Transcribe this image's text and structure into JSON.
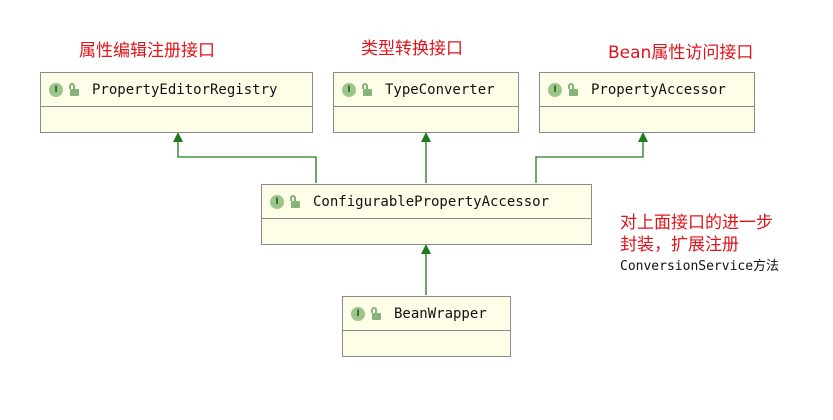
{
  "diagram": {
    "annotations": {
      "editor_registry": "属性编辑注册接口",
      "type_converter": "类型转换接口",
      "property_accessor": "Bean属性访问接口",
      "configurable_line1": "对上面接口的进一步",
      "configurable_line2": "封装，扩展注册",
      "configurable_line3": "ConversionService方法"
    },
    "interfaces": {
      "property_editor_registry": "PropertyEditorRegistry",
      "type_converter": "TypeConverter",
      "property_accessor": "PropertyAccessor",
      "configurable_property_accessor": "ConfigurablePropertyAccessor",
      "bean_wrapper": "BeanWrapper"
    },
    "badge_letter": "I",
    "colors": {
      "annotation": "#e0141b",
      "arrow": "#1f7a1f",
      "box_fill": "#fdfde8",
      "interface_badge": "#9bc58a"
    },
    "icons": {
      "interface": "interface-i-icon",
      "visibility": "public-lock-icon"
    }
  }
}
